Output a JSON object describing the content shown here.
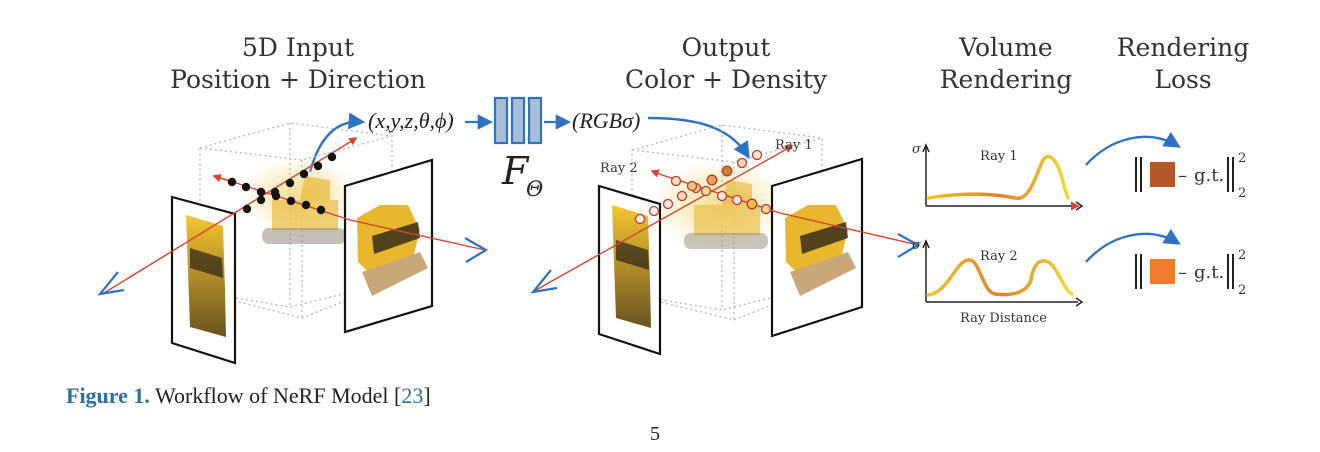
{
  "headers": {
    "input_line1": "5D Input",
    "input_line2": "Position + Direction",
    "output_line1": "Output",
    "output_line2": "Color + Density",
    "volume_line1": "Volume",
    "volume_line2": "Rendering",
    "loss_line1": "Rendering",
    "loss_line2": "Loss"
  },
  "network": {
    "input_tuple": "(x,y,z,θ,ϕ)",
    "output_tuple": "(RGBσ)",
    "function_symbol": "F",
    "function_subscript": "Θ"
  },
  "scene": {
    "ray1_label": "Ray 1",
    "ray2_label": "Ray 2"
  },
  "plots": {
    "sigma_label": "σ",
    "ray1_title": "Ray 1",
    "ray2_title": "Ray 2",
    "xlabel": "Ray Distance"
  },
  "loss": {
    "gt_text": "g.t.",
    "superscript": "2",
    "subscript": "2",
    "minus": "–",
    "ray1_color": "#b5592a",
    "ray2_color": "#f07c2a"
  },
  "colors": {
    "arrow_blue": "#2f72c2",
    "ray_red": "#d9442e",
    "caption_blue": "#2a6fa6"
  },
  "caption": {
    "label": "Figure 1.",
    "text": "Workflow of NeRF Model [",
    "ref": "23",
    "close": "]"
  },
  "page_number": "5"
}
